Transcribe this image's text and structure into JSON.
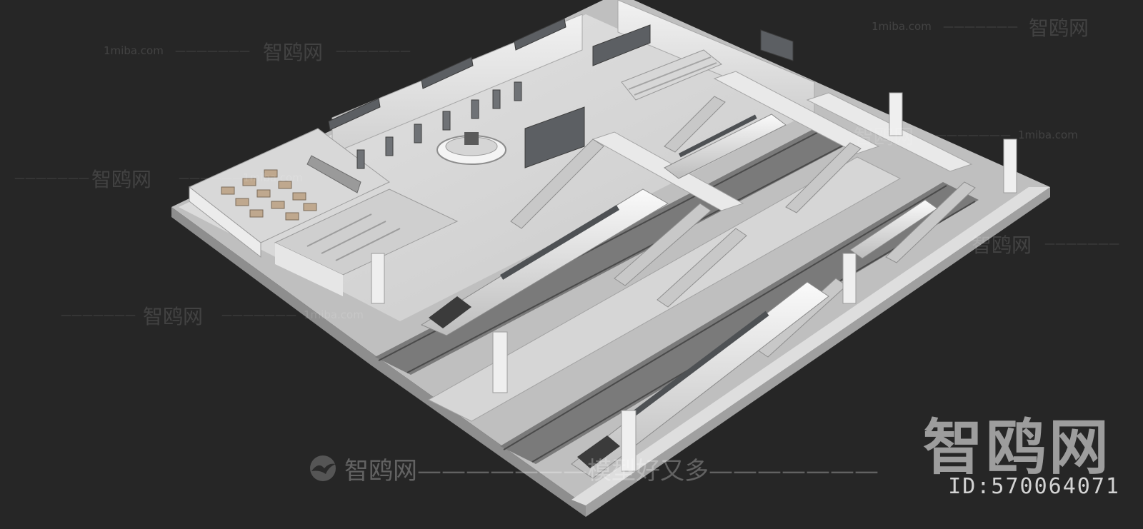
{
  "image": {
    "subject": "isometric white 3D model of an underground railway station",
    "background_color": "#262626"
  },
  "watermarks": {
    "site": "1miba.com",
    "brand": "智鸥网",
    "dashes": "———————",
    "slogan": "模型好又多",
    "id_text": "ID:570064071"
  }
}
